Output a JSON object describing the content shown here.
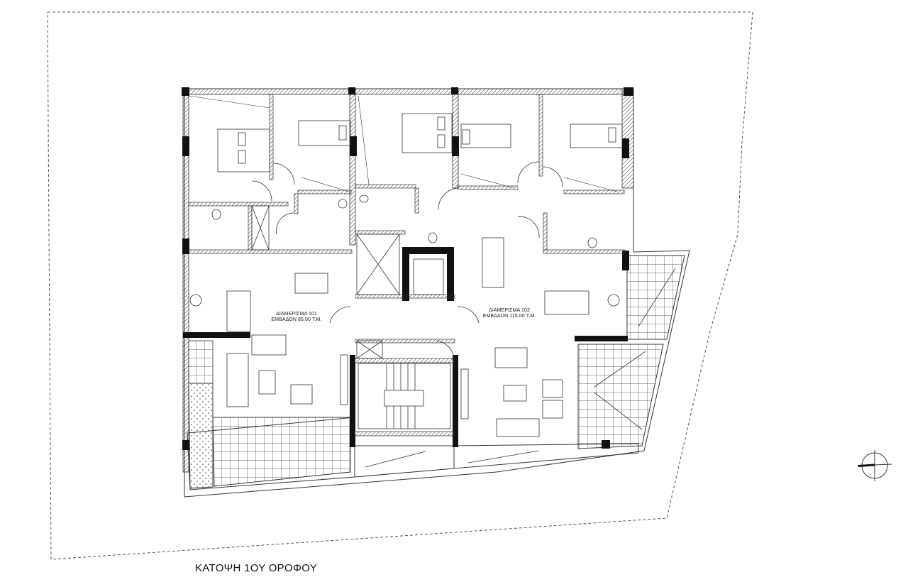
{
  "drawing": {
    "title": "ΚΑΤΟΨΗ 1ΟΥ ΟΡΟΦΟΥ",
    "units": [
      {
        "name": "ΔΙΑΜΕΡΙΣΜΑ 101",
        "area": "ΕΜΒΑΔΟΝ 85.00 Τ.Μ."
      },
      {
        "name": "ΔΙΑΜΕΡΙΣΜΑ 102",
        "area": "ΕΜΒΑΔΟΝ 115.00 Τ.Μ."
      }
    ],
    "north_symbol": "north-arrow-icon"
  },
  "colors": {
    "line": "#333333",
    "wall_fill": "#111111",
    "boundary": "#555555",
    "background": "#ffffff"
  }
}
